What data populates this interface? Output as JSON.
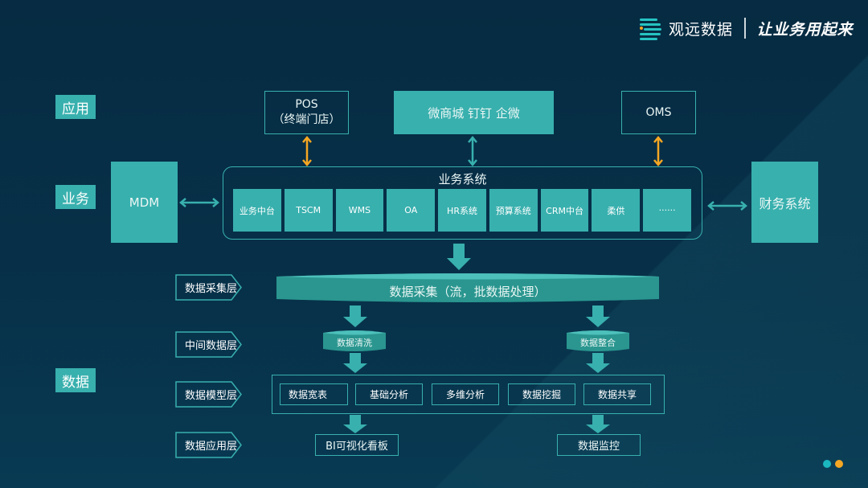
{
  "brand": {
    "name": "观远数据",
    "slogan": "让业务用起来",
    "logo_icon": "lines-logo-icon"
  },
  "colors": {
    "background": "#06283d",
    "accent_teal": "#38b0ae",
    "accent_orange": "#f5a623",
    "text": "#ffffff"
  },
  "layers": {
    "app": "应用",
    "business": "业务",
    "data": "数据"
  },
  "app_layer": {
    "pos_line1": "POS",
    "pos_line2": "（终端门店）",
    "channels": "微商城 钉钉 企微",
    "oms": "OMS"
  },
  "business_layer": {
    "mdm": "MDM",
    "group_title": "业务系统",
    "systems": [
      "业务中台",
      "TSCM",
      "WMS",
      "OA",
      "HR系统",
      "预算系统",
      "CRM中台",
      "柔供",
      "······"
    ],
    "finance": "财务系统"
  },
  "data_layer": {
    "sublayers": [
      "数据采集层",
      "中间数据层",
      "数据模型层",
      "数据应用层"
    ],
    "collection": "数据采集（流，批数据处理）",
    "middle": [
      "数据清洗",
      "数据整合"
    ],
    "models": [
      "数据宽表",
      "基础分析",
      "多维分析",
      "数据挖掘",
      "数据共享"
    ],
    "applications": [
      "BI可视化看板",
      "数据监控"
    ]
  },
  "pagination_dots": [
    "#1bb8c0",
    "#f5a623"
  ]
}
